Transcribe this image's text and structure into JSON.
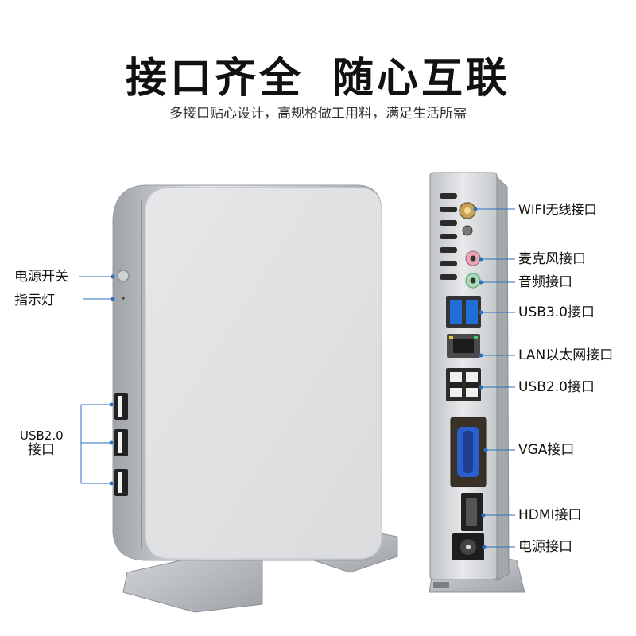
{
  "header": {
    "title_part1": "接口齐全",
    "title_part2": "随心互联",
    "subtitle": "多接口贴心设计，高规格做工用料，满足生活所需"
  },
  "front_labels": {
    "power_switch": "电源开关",
    "indicator_light": "指示灯",
    "usb_group_line1": "USB2.0",
    "usb_group_line2": "接口"
  },
  "rear_labels": {
    "wifi": "WIFI无线接口",
    "mic": "麦克风接口",
    "audio": "音频接口",
    "usb3": "USB3.0接口",
    "lan": "LAN以太网接口",
    "usb2": "USB2.0接口",
    "vga": "VGA接口",
    "hdmi": "HDMI接口",
    "power": "电源接口"
  },
  "colors": {
    "leader_line": "#2a6fc0",
    "usb3_blue": "#1f6fd6",
    "vga_blue": "#2b5fd0",
    "mic_pink": "#e7a7b4",
    "audio_green": "#a8dcb8"
  }
}
